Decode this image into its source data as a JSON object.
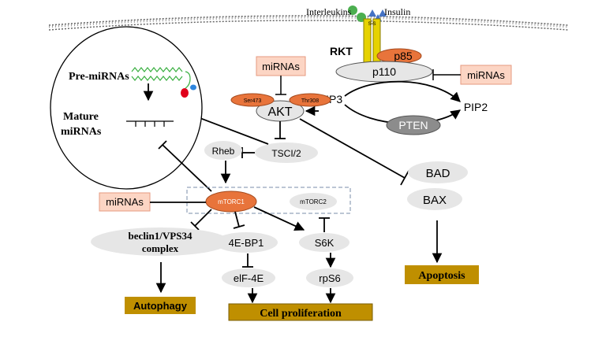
{
  "membrane": {
    "interleukins_label": "Interleukins",
    "insulin_label": "Insulin",
    "receptor_label": "RKT",
    "receptor_mark": "S-S"
  },
  "nucleus": {
    "pre_mirna_label": "Pre-miRNAs",
    "mature_mirna_line1": "Mature",
    "mature_mirna_line2": "miRNAs"
  },
  "nodes": {
    "p85": "p85",
    "p110": "p110",
    "akt": "AKT",
    "ser473": "Ser473",
    "thr308": "Thr308",
    "pip3": "PIP3",
    "pip2": "PIP2",
    "pten": "PTEN",
    "tsc": "TSCI/2",
    "rheb": "Rheb",
    "mtorc1": "mTORC1",
    "mtorc2": "mTORC2",
    "bad": "BAD",
    "bax": "BAX",
    "beclin_line1": "beclin1/VPS34",
    "beclin_line2": "complex",
    "fourebp1": "4E-BP1",
    "eif4e": "elF-4E",
    "s6k": "S6K",
    "rps6": "rpS6"
  },
  "mirna_boxes": {
    "top": "miRNAs",
    "right": "miRNAs",
    "left": "miRNAs"
  },
  "outcomes": {
    "autophagy": "Autophagy",
    "proliferation": "Cell proliferation",
    "apoptosis": "Apoptosis"
  },
  "colors": {
    "orange": "#e8743b",
    "grey_node": "#e6e6e6",
    "dark_grey": "#8c8c8c",
    "mirna_fill": "#fcd5c4",
    "mirna_border": "#e69a80",
    "outcome_fill": "#bf8f00",
    "receptor_yellow": "#e6d200",
    "ligand_green": "#4caf50",
    "ligand_blue": "#4472c4",
    "rna_green": "#3cb043"
  }
}
